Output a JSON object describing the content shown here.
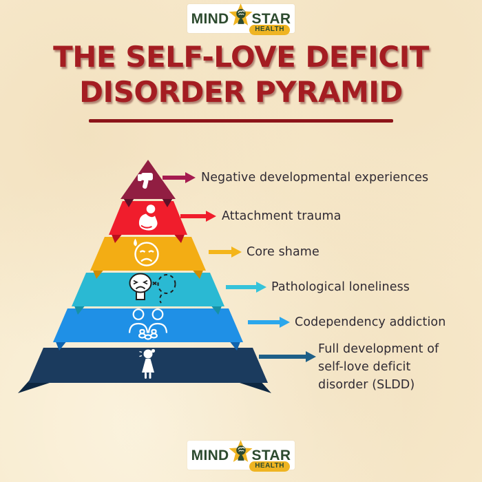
{
  "background_color": "#f7e9cb",
  "brand": {
    "word1": "MIND",
    "word2": "STAR",
    "badge": "HEALTH",
    "green": "#2c4a2e",
    "gold": "#efb422"
  },
  "title": {
    "line1": "THE SELF-LOVE DEFICIT",
    "line2": "DISORDER PYRAMID",
    "color": "#a41d22",
    "underline_color": "#8c1419"
  },
  "label_text_color": "#2f2a33",
  "pyramid": {
    "levels": [
      {
        "label": "Negative developmental experiences",
        "color": "#911e42",
        "foot_color": "#5f1028",
        "arrow_color": "#a51b50",
        "icon": "thumbs-down"
      },
      {
        "label": "Attachment trauma",
        "color": "#f01d2c",
        "foot_color": "#bc0f1d",
        "arrow_color": "#f01d2c",
        "icon": "caregiver-with-baby"
      },
      {
        "label": "Core shame",
        "color": "#f3ad14",
        "foot_color": "#cd8c05",
        "arrow_color": "#f4b51a",
        "icon": "ashamed-face-sweat-drop"
      },
      {
        "label": "Pathological loneliness",
        "color": "#2ab9d3",
        "foot_color": "#1691a6",
        "arrow_color": "#36c3da",
        "icon": "lonely-head-missing-companion"
      },
      {
        "label": "Codependency addiction",
        "color": "#1f90e6",
        "foot_color": "#1063ad",
        "arrow_color": "#2ba7ec",
        "icon": "two-people-chained"
      },
      {
        "label": "Full development of self-love deficit disorder (SLDD)",
        "label_lines": [
          "Full development of",
          "self-love deficit",
          "disorder (SLDD)"
        ],
        "color": "#1b3b5e",
        "foot_color": "#0d2741",
        "arrow_color": "#1e5f87",
        "icon": "crying-person"
      }
    ]
  }
}
